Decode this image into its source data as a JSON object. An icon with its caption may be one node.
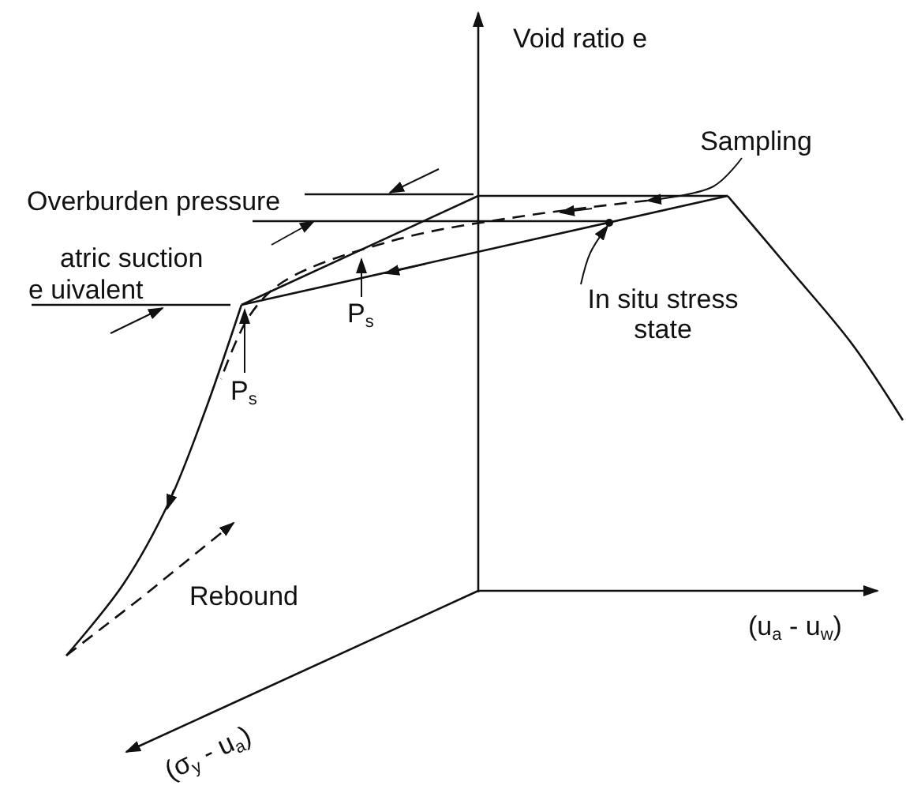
{
  "diagram": {
    "nodes": [
      {
        "text": [
          "Sampling"
        ]
      },
      {
        "text": [
          "In situ stress state"
        ]
      }
    ],
    "edges": [
      {
        "from": 0,
        "to": null,
        "arrow": "to"
      },
      {
        "from": 1,
        "to": null,
        "arrow": "to"
      }
    ],
    "labels": [
      "Void ratio  e",
      "Overburden pressure",
      "atric  suction",
      "e  uivalent",
      "P$_{s}$",
      "P$_{s}$",
      "Rebound",
      "(u$_{a}$ - u$_{w}$)",
      "(σ$_{y}$ - u$_{a}$)"
    ]
  }
}
